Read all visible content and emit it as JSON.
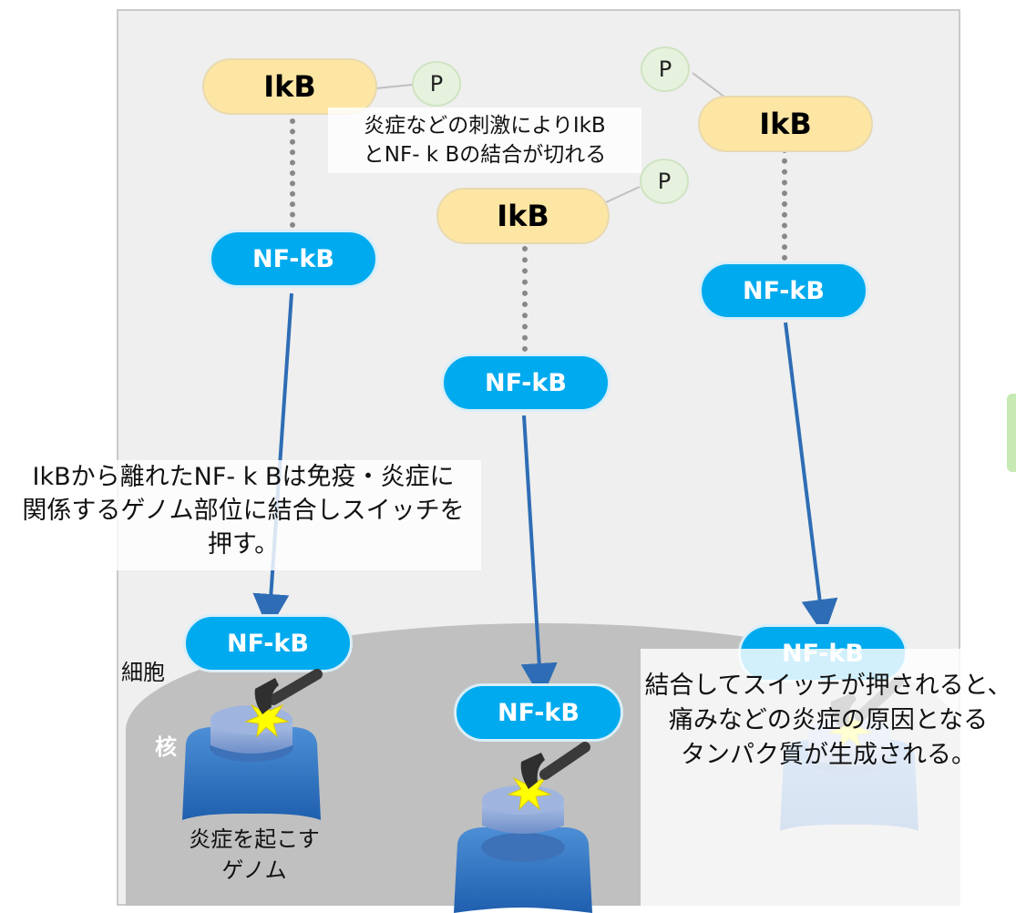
{
  "labels": {
    "ikb": "IkB",
    "nfkb": "NF-kB",
    "p": "P",
    "saibo": "細胞",
    "kaku": "核",
    "genome_label": "炎症を起こす\nゲノム"
  },
  "callouts": {
    "stimulus": "炎症などの刺激によりIkB\nとNF- k Bの結合が切れる",
    "binding": "IkBから離れたNF- k Bは免疫・炎症に\n関係するゲノム部位に結合しスイッチを\n押す。",
    "result": "結合してスイッチが押されると、\n痛みなどの炎症の原因となる\nタンパク質が生成される。"
  },
  "colors": {
    "ikb_fill": "#fde6a3",
    "nfkb_fill": "#00aaee",
    "p_fill": "#e6f2dd",
    "arrow": "#2e6db5",
    "nucleus": "#c0c0c0",
    "cell": "#efefef",
    "flash": "#ffff00"
  },
  "icons": [
    "hammer-icon",
    "switch-button-icon",
    "impact-flash-icon"
  ]
}
